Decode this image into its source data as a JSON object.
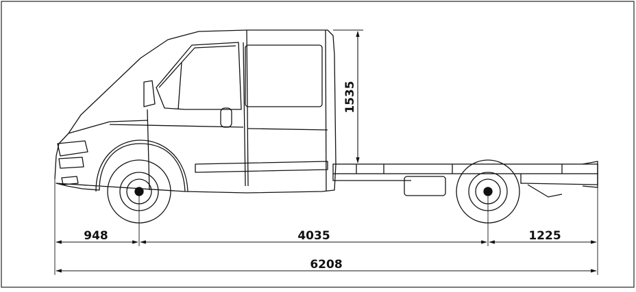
{
  "diagram": {
    "dimensions": {
      "front_overhang": "948",
      "wheelbase": "4035",
      "rear_overhang": "1225",
      "total_length": "6208",
      "cab_height": "1535"
    },
    "colors": {
      "line": "#111111",
      "background": "#ffffff",
      "border": "#222222"
    }
  }
}
